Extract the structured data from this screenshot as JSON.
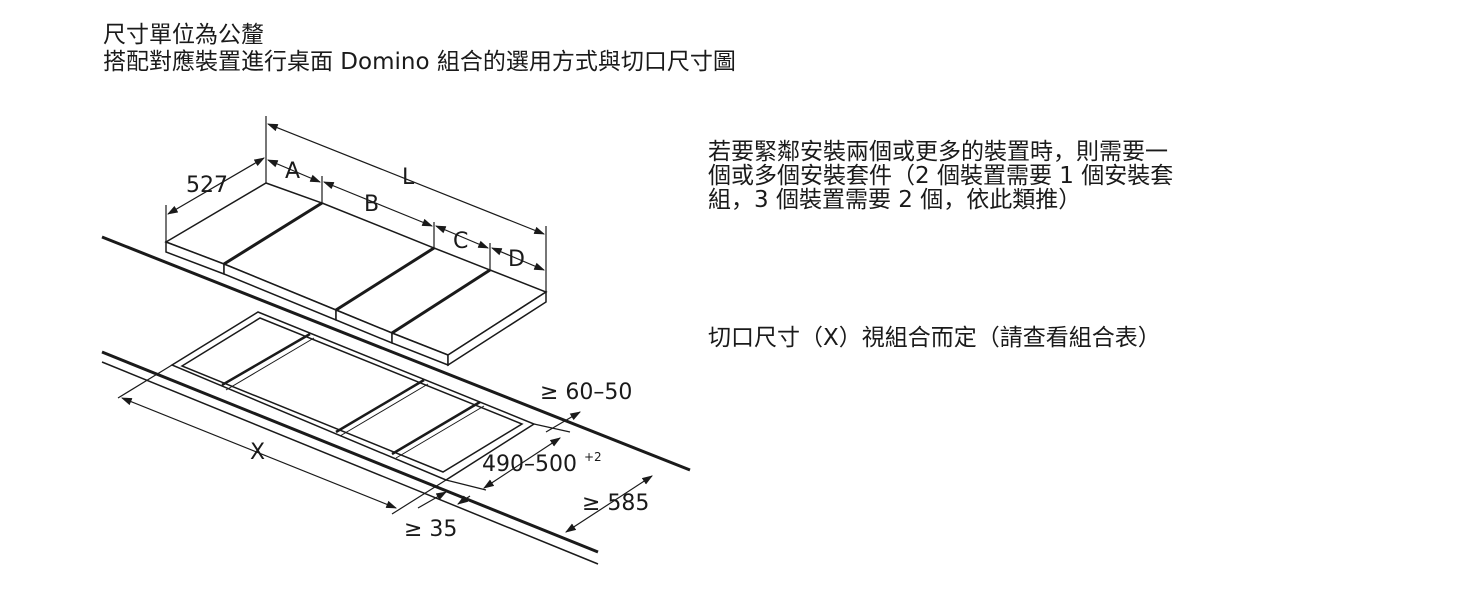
{
  "header": {
    "line1": "尺寸單位為公釐",
    "line2": "搭配對應裝置進行桌面 Domino 組合的選用方式與切口尺寸圖"
  },
  "notes": {
    "kit": "若要緊鄰安裝兩個或更多的裝置時，則需要一個或多個安裝套件（2 個裝置需要 1 個安裝套組，3 個裝置需要 2 個，依此類推）",
    "cutout": "切口尺寸（X）視組合而定（請查看組合表）"
  },
  "dimensions": {
    "depth": "527",
    "a": "A",
    "b": "B",
    "c": "C",
    "d": "D",
    "total": "L",
    "x": "X",
    "edge_min": "≥ 60–50",
    "cutout_depth": "490–500",
    "cutout_depth_tol": "+2",
    "counter_depth": "≥ 585",
    "front_min": "≥ 35"
  },
  "colors": {
    "line": "#1a1a1a",
    "background": "#ffffff"
  }
}
